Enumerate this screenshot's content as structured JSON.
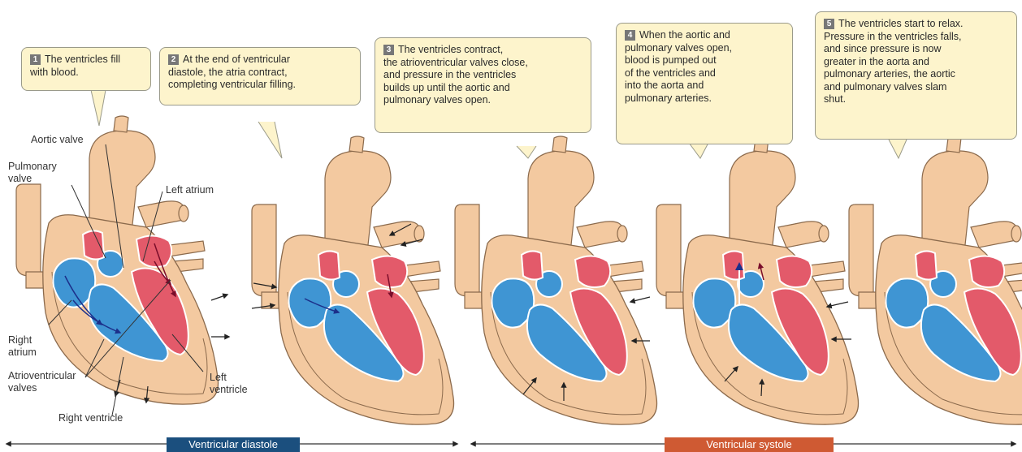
{
  "steps": [
    {
      "num": "1",
      "text": "The ventricles fill\nwith blood."
    },
    {
      "num": "2",
      "text": "At the end of ventricular\ndiastole, the atria contract,\ncompleting ventricular filling."
    },
    {
      "num": "3",
      "text": "The ventricles contract,\nthe atrioventricular valves close,\nand pressure in the ventricles\nbuilds up until the aortic and\npulmonary valves open."
    },
    {
      "num": "4",
      "text": "When the aortic and\npulmonary valves open,\nblood is pumped out\nof the ventricles and\ninto the aorta and\npulmonary arteries."
    },
    {
      "num": "5",
      "text": "The ventricles start to relax.\nPressure in the ventricles falls,\nand since pressure is now\ngreater in the aorta and\npulmonary arteries, the aortic\nand pulmonary valves slam\nshut."
    }
  ],
  "labels": {
    "aortic_valve": "Aortic valve",
    "pulmonary_valve": "Pulmonary\nvalve",
    "left_atrium": "Left atrium",
    "right_atrium": "Right\natrium",
    "av_valves": "Atrioventricular\nvalves",
    "left_ventricle": "Left\nventricle",
    "right_ventricle": "Right ventricle"
  },
  "phases": {
    "diastole": "Ventricular diastole",
    "systole": "Ventricular systole"
  },
  "colors": {
    "callout_fill": "#fdf4cc",
    "heart_tissue": "#f3c9a0",
    "oxygenated": "#e35a6a",
    "deoxygenated": "#3f95d3",
    "diastole_bar": "#1b4f7e",
    "systole_bar": "#cf5a33"
  }
}
